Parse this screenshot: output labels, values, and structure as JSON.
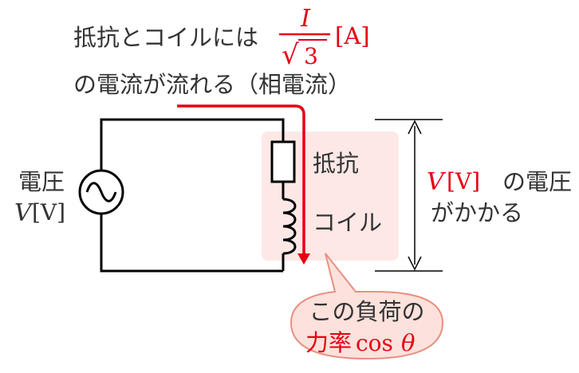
{
  "header": {
    "line1_prefix": "抵抗とコイルには",
    "fraction_numerator": "I",
    "fraction_root": "√",
    "fraction_denominator": "3",
    "fraction_unit": "[A]",
    "line2": "の電流が流れる（相電流）"
  },
  "source": {
    "label": "電圧",
    "symbol": "V",
    "unit": "[V]"
  },
  "load": {
    "resistor_label": "抵抗",
    "coil_label": "コイル"
  },
  "voltage_note": {
    "symbol": "V",
    "unit": "[V]",
    "suffix": "の電圧",
    "line2": "がかかる"
  },
  "callout": {
    "line1": "この負荷の",
    "line2_prefix": "力率",
    "line2_func": "cos",
    "line2_symbol": "θ"
  },
  "colors": {
    "accent": "#e60012",
    "highlight_box": "#fde8e6",
    "callout_fill": "#fce1dc",
    "callout_stroke": "#e8907f",
    "wire": "#000000",
    "text": "#333333"
  }
}
